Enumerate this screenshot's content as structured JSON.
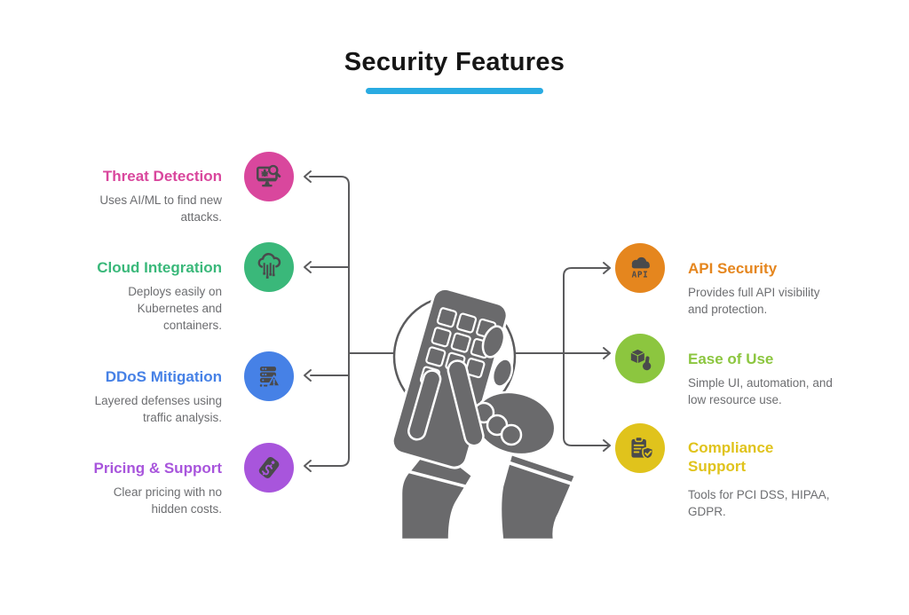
{
  "title": "Security Features",
  "styles": {
    "accent_underline": "#29ABE2",
    "line_color": "#5B5B5D",
    "illustration_color": "#6A6A6C",
    "glyph_color": "#4A4A4C",
    "desc_text_color": "#6D6E71",
    "title_color": "#161616"
  },
  "center": {
    "illustration": "hands-using-calculator"
  },
  "left_items": [
    {
      "label": "Threat Detection",
      "description": "Uses AI/ML to find new attacks.",
      "color": "#D9479D",
      "icon": "monitor-bug-search-icon"
    },
    {
      "label": "Cloud Integration",
      "description": "Deploys easily on Kubernetes and containers.",
      "color": "#3AB87A",
      "icon": "cloud-circuit-icon"
    },
    {
      "label": "DDoS Mitigation",
      "description": "Layered defenses using traffic analysis.",
      "color": "#4681E6",
      "icon": "server-warning-icon"
    },
    {
      "label": "Pricing & Support",
      "description": "Clear pricing with no hidden costs.",
      "color": "#A855DC",
      "icon": "price-tag-icon"
    }
  ],
  "right_items": [
    {
      "label": "API Security",
      "description": "Provides full API visibility and protection.",
      "color": "#E5861E",
      "icon": "api-cloud-icon"
    },
    {
      "label": "Ease of Use",
      "description": "Simple UI, automation, and low resource use.",
      "color": "#8CC63F",
      "icon": "cube-pointer-icon"
    },
    {
      "label": "Compliance Support",
      "description": "Tools for PCI DSS, HIPAA, GDPR.",
      "color": "#E0C31C",
      "icon": "clipboard-shield-icon"
    }
  ]
}
